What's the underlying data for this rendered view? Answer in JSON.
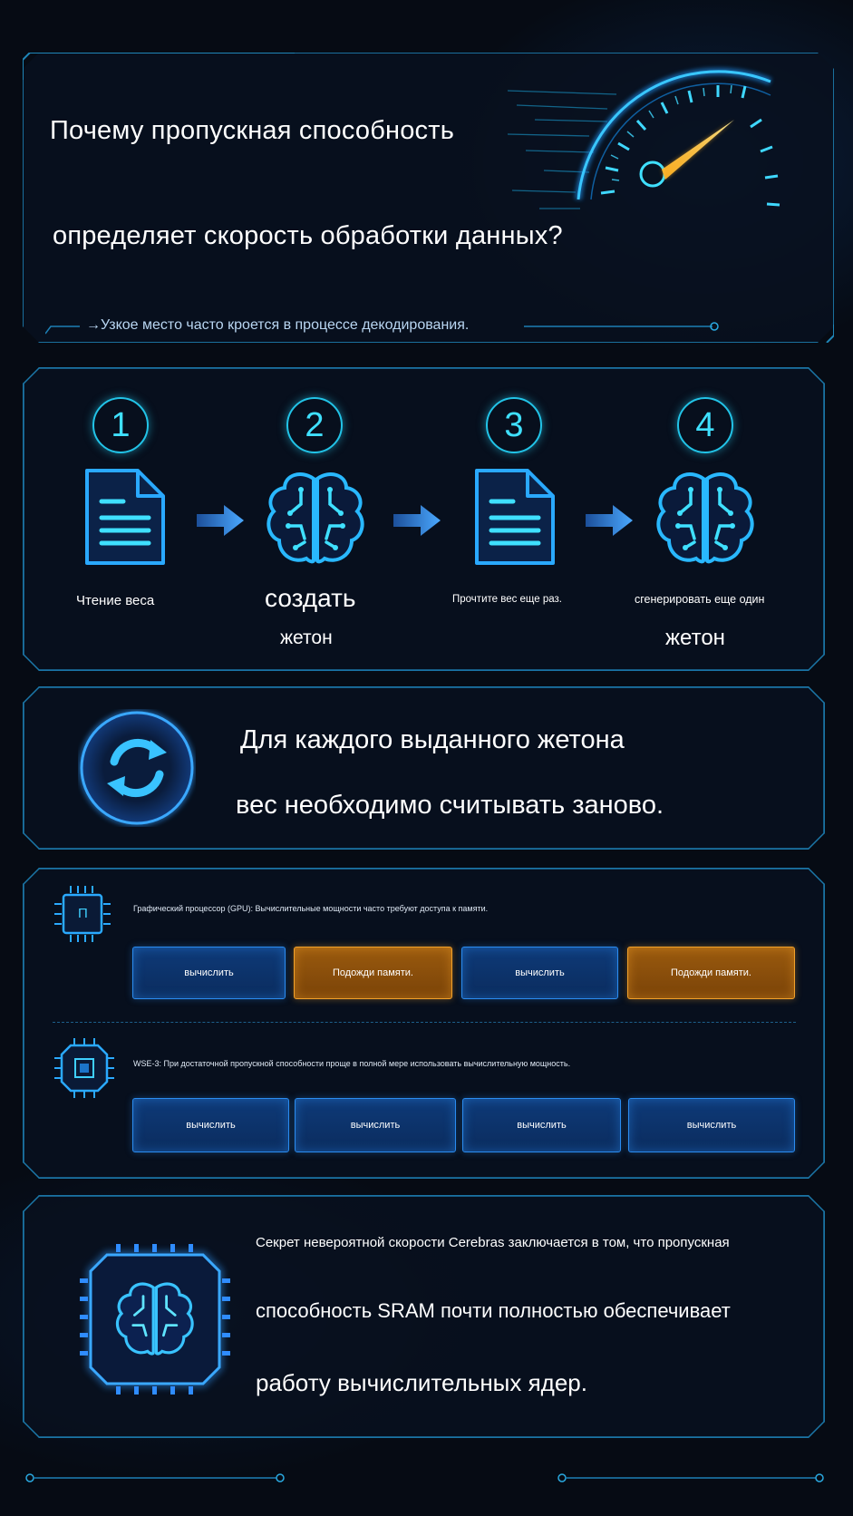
{
  "header": {
    "title_line1": "Почему пропускная способность",
    "title_line2": "определяет скорость обработки данных?",
    "subtitle": "→Узкое место часто кроется в процессе декодирования."
  },
  "steps": [
    {
      "number": "1",
      "icon": "document-icon",
      "label": "Чтение веса"
    },
    {
      "number": "2",
      "icon": "brain-icon",
      "label_line1": "создать",
      "label_line2": "жетон"
    },
    {
      "number": "3",
      "icon": "document-icon",
      "label": "Прочтите вес еще раз."
    },
    {
      "number": "4",
      "icon": "brain-icon",
      "label_line1": "сгенерировать еще один",
      "label_line2": "жетон"
    }
  ],
  "token": {
    "icon": "refresh-icon",
    "line1": "Для каждого выданного жетона",
    "line2": "вес необходимо считывать заново."
  },
  "compare": {
    "gpu": {
      "chip_label": "П",
      "caption": "Графический процессор (GPU): Вычислительные мощности часто требуют доступа к памяти.",
      "blocks": [
        {
          "label": "вычислить",
          "kind": "compute"
        },
        {
          "label": "Подожди памяти.",
          "kind": "wait"
        },
        {
          "label": "вычислить",
          "kind": "compute"
        },
        {
          "label": "Подожди памяти.",
          "kind": "wait"
        }
      ]
    },
    "wse": {
      "caption": "WSE-3: При достаточной пропускной способности проще в полной мере использовать вычислительную мощность.",
      "blocks": [
        {
          "label": "вычислить",
          "kind": "compute"
        },
        {
          "label": "вычислить",
          "kind": "compute"
        },
        {
          "label": "вычислить",
          "kind": "compute"
        },
        {
          "label": "вычислить",
          "kind": "compute"
        }
      ]
    }
  },
  "secret": {
    "line1": "Секрет невероятной скорости Cerebras заключается в том, что пропускная",
    "line2": "способность SRAM почти полностью обеспечивает",
    "line3": "работу вычислительных ядер."
  },
  "colors": {
    "background": "#060b14",
    "cyan": "#22c4e8",
    "compute_blue": "#2b8cf0",
    "wait_orange": "#f2a12a",
    "panel_border": "#1a6f9c"
  }
}
